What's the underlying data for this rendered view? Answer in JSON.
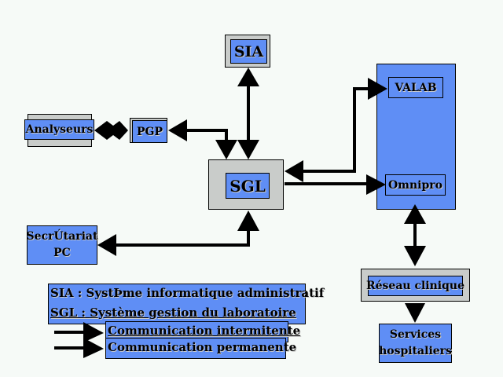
{
  "nodes": {
    "sia": "SIA",
    "sgl": "SGL",
    "pgp": "PGP",
    "analyseurs": "Analyseurs",
    "valab": "VALAB",
    "omnipro": "Omnipro",
    "secretariat_line1": "SecrÚtariat",
    "secretariat_line2": "PC",
    "reseau_clinique": "Réseau clinique",
    "services_line1": "Services",
    "services_line2": "hospitaliers"
  },
  "legend": {
    "sia_abbr": "SIA :",
    "sia_text": "SystÞme informatique administratif",
    "sgl_abbr": "SGL :",
    "sgl_text": "Système gestion du laboratoire",
    "intermittent": "Communication intermitente",
    "permanent": "Communication permanente"
  },
  "colors": {
    "background": "#f6faf7",
    "box_blue": "#5f8ef5",
    "box_gray": "#c9ccca",
    "arrow": "#000000"
  }
}
